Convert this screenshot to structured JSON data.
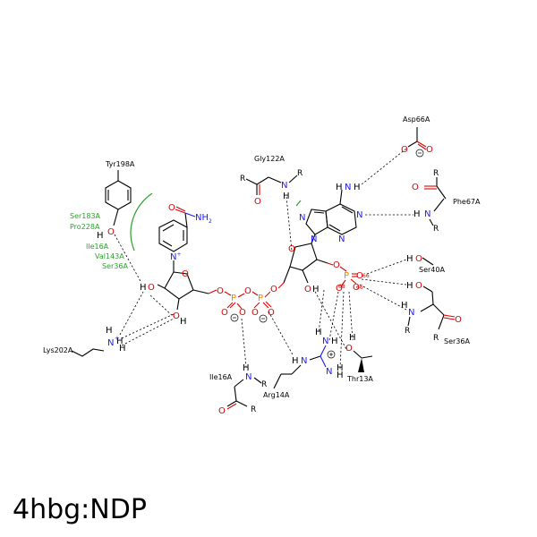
{
  "caption": "4hbg:NDP",
  "residues": {
    "tyr198": "Tyr198A",
    "ser183": "Ser183A",
    "pro228": "Pro228A",
    "ile16_hyd": "Ile16A",
    "val143": "Val143A",
    "ser36_hyd": "Ser36A",
    "lys202": "Lys202A",
    "gly122": "Gly122A",
    "asp66": "Asp66A",
    "phe67": "Phe67A",
    "ser40": "Ser40A",
    "ser36": "Ser36A",
    "ile16": "Ile16A",
    "arg14": "Arg14A",
    "thr13": "Thr13A"
  },
  "distances": {
    "d1": "66",
    "d2": "66",
    "d3": "68"
  },
  "colors": {
    "nitrogen": "#1a1aff",
    "oxygen": "#e00000",
    "phosphorus": "#ff8000",
    "hydrophobic": "#2ca02c"
  }
}
